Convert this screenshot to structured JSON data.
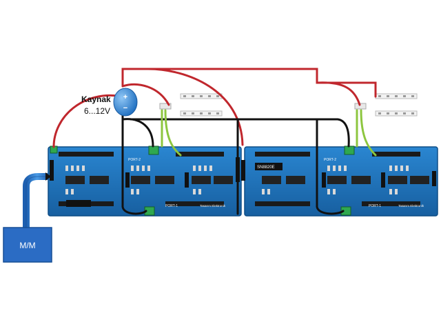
{
  "source": {
    "name": "Kaynak",
    "voltage": "6...12V",
    "plus": "+",
    "minus": "−"
  },
  "controller": {
    "label": "M/M"
  },
  "boards": [
    {
      "chip_label": "",
      "port_top": "PORT-2",
      "port_bottom": "PORT-1",
      "brand": "Tasarım Elektronik"
    },
    {
      "chip_label": "SN8820E",
      "port_top": "PORT-2",
      "port_bottom": "PORT-1",
      "brand": "Tasarım Elektronik"
    }
  ],
  "colors": {
    "red_wire": "#c0272d",
    "black_wire": "#111111",
    "green_wire": "#8dc63f",
    "board": "#1d73b9",
    "board_edge": "#0e4d86",
    "controller": "#2b6cc4",
    "source": "#2f7fd1"
  }
}
